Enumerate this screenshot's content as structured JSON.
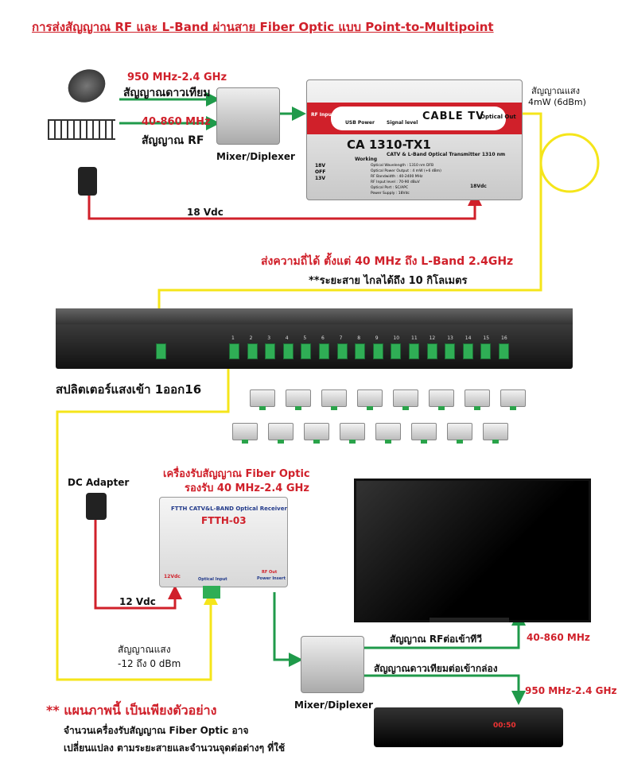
{
  "title": "การส่งสัญญาณ RF และ L-Band ผ่านสาย Fiber Optic แบบ Point-to-Multipoint",
  "inputs": {
    "sat_freq": "950 MHz-2.4 GHz",
    "sat_label": "สัญญาณดาวเทียม",
    "rf_freq": "40-860 MHz",
    "rf_label": "สัญญาณ RF",
    "mixer_label": "Mixer/Diplexer",
    "dc_label": "18 Vdc"
  },
  "transmitter": {
    "model": "CA 1310-TX1",
    "subtitle": "CATV & L-Band  Optical Transmitter 1310 nm",
    "brand": "CABLE TV",
    "rf_input": "RF Input",
    "usb_power": "USB Power",
    "signal_level": "Signal level",
    "optical_out": "Optical Out",
    "working": "Working",
    "switch": [
      "18V",
      "OFF",
      "13V"
    ],
    "dc": "18Vdc",
    "specs": [
      [
        "Optical Wavelength",
        "1310 nm DFB"
      ],
      [
        "Optical Power Output",
        "4 mW (+6 dBm)"
      ],
      [
        "RF Bandwidth",
        "40-2400 MHz"
      ],
      [
        "RF Input level",
        "70-90 dBuV"
      ],
      [
        "Optical Port",
        "SC/APC"
      ],
      [
        "Power Supply",
        "18Vdc"
      ]
    ]
  },
  "optical_out_note": {
    "line1": "สัญญาณแสง",
    "line2": "4mW (6dBm)"
  },
  "distance_note": {
    "line1": "ส่งความถี่ได้ ตั้งแต่ 40 MHz ถึง L-Band 2.4GHz",
    "line2": "**ระยะสาย ไกลได้ถึง 10 กิโลเมตร"
  },
  "splitter": {
    "label": "สปลิตเตอร์แสงเข้า 1ออก16",
    "ports": [
      "1",
      "2",
      "3",
      "4",
      "5",
      "6",
      "7",
      "8",
      "9",
      "10",
      "11",
      "12",
      "13",
      "14",
      "15",
      "16"
    ]
  },
  "dc_adapter": "DC Adapter",
  "receiver_note": {
    "line1": "เครื่องรับสัญญาณ Fiber Optic",
    "line2": "รองรับ 40 MHz-2.4 GHz"
  },
  "receiver": {
    "header": "FTTH CATV&L-BAND  Optical Receiver",
    "model": "FTTH-03",
    "v12": "12Vdc",
    "opt_input": "Optical Input",
    "power_insert": "Power Insert",
    "rf_out": "RF Out"
  },
  "rx_dc": "12 Vdc",
  "rx_optical": {
    "line1": "สัญญาณแสง",
    "line2": "-12 ถึง 0 dBm"
  },
  "outputs": {
    "tv_label": "สัญญาณ RFต่อเข้าทีวี",
    "tv_freq": "40-860 MHz",
    "stb_label": "สัญญาณดาวเทียมต่อเข้ากล่อง",
    "stb_freq": "950 MHz-2.4 GHz",
    "mixer_label": "Mixer/Diplexer",
    "stb_display": "00:50"
  },
  "footer": {
    "note": "** แผนภาพนี้ เป็นเพียงตัวอย่าง",
    "line1": "จำนวนเครื่องรับสัญญาณ Fiber Optic อาจ",
    "line2": "เปลี่ยนแปลง ตามระยะสายและจำนวนจุดต่อต่างๆ ที่ใช้"
  },
  "colors": {
    "red": "#d0202a",
    "green": "#1f9a4a",
    "yellow": "#f5e51a"
  }
}
